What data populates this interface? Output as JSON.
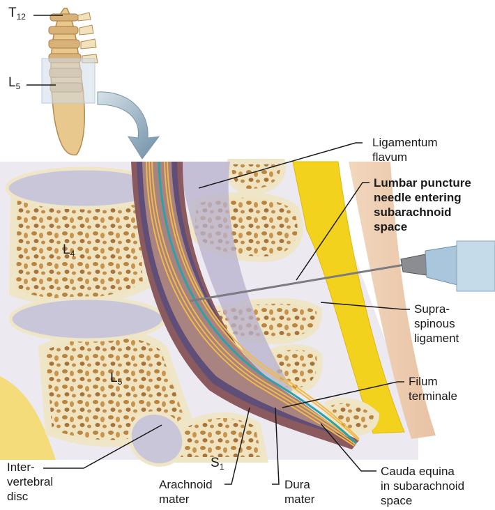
{
  "labels": {
    "t12": {
      "main": "T",
      "sub": "12"
    },
    "l5_top": {
      "main": "L",
      "sub": "5"
    },
    "l4": {
      "main": "L",
      "sub": "4"
    },
    "l5": {
      "main": "L",
      "sub": "5"
    },
    "s1": {
      "main": "S",
      "sub": "1"
    },
    "ligamentum_flavum": [
      "Ligamentum",
      "flavum"
    ],
    "lumbar_puncture": [
      "Lumbar puncture",
      "needle entering",
      "subarachnoid",
      "space"
    ],
    "supraspinous": [
      "Supra-",
      "spinous",
      "ligament"
    ],
    "filum_terminale": [
      "Filum",
      "terminale"
    ],
    "cauda_equina": [
      "Cauda equina",
      "in subarachnoid",
      "space"
    ],
    "dura_mater": [
      "Dura",
      "mater"
    ],
    "arachnoid_mater": [
      "Arachnoid",
      "mater"
    ],
    "intervertebral_disc": [
      "Inter-",
      "vertebral",
      "disc"
    ]
  },
  "colors": {
    "bone_outer": "#efe6c8",
    "bone_spongy": "#c99a5a",
    "disc": "#c9c6da",
    "dura": "#8a5a5e",
    "arachnoid": "#5f4f78",
    "fat": "#f2d21c",
    "nerve": "#f0b94a",
    "filum": "#2aa2a8",
    "arrow": "#8aa3b4"
  }
}
